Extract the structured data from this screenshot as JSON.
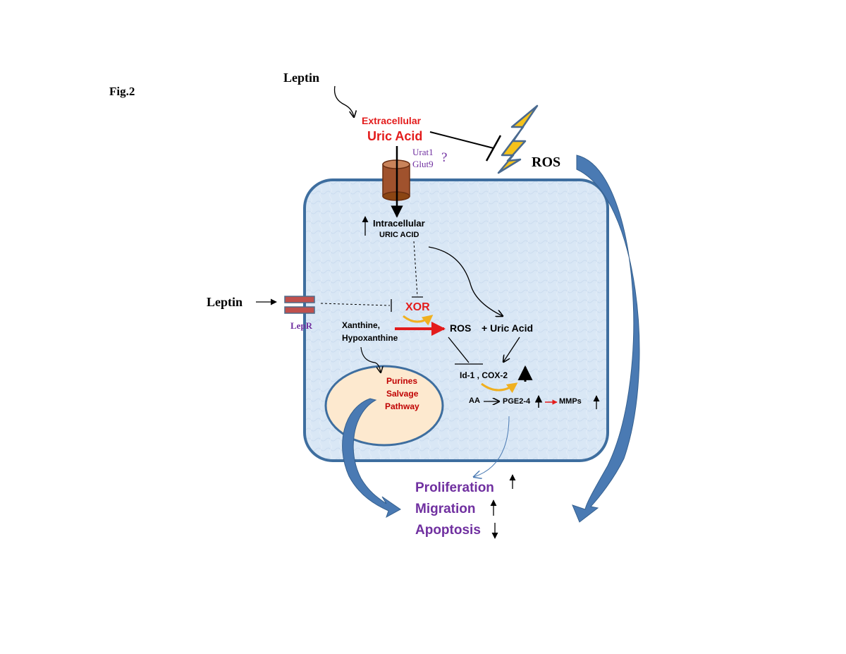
{
  "figure_label": "Fig.2",
  "leptin_top": "Leptin",
  "leptin_left": "Leptin",
  "extracellular_line1": "Extracellular",
  "extracellular_line2": "Uric Acid",
  "transporter_1": "Urat1",
  "transporter_2": "Glut9",
  "transporter_question": "?",
  "ros_outside": "ROS",
  "intracellular_line1": "Intracellular",
  "intracellular_line2": "URIC ACID",
  "lepr": "LepR",
  "xor": "XOR",
  "xanthine_line1": "Xanthine,",
  "xanthine_line2": "Hypoxanthine",
  "ros_inside": "ROS",
  "plus_uric_acid": "+ Uric Acid",
  "id1_cox2": "Id-1 , COX-2",
  "aa": "AA",
  "pge": "PGE2-4",
  "mmps": "MMPs",
  "purines_line1": "Purines",
  "purines_line2": "Salvage",
  "purines_line3": "Pathway",
  "outcome_1": "Proliferation",
  "outcome_2": "Migration",
  "outcome_3": "Apoptosis",
  "colors": {
    "cell_fill": "#dbe8f6",
    "cell_stroke": "#3e6e9f",
    "nucleus_fill": "#fde9cf",
    "big_arrow": "#4a7ab3",
    "red": "#e31c1c",
    "dark_red": "#c00000",
    "purple": "#7030a0",
    "bolt": "#f5c21b",
    "orange": "#f0b020",
    "channel": "#a0522d",
    "receptor": "#c0504d"
  }
}
